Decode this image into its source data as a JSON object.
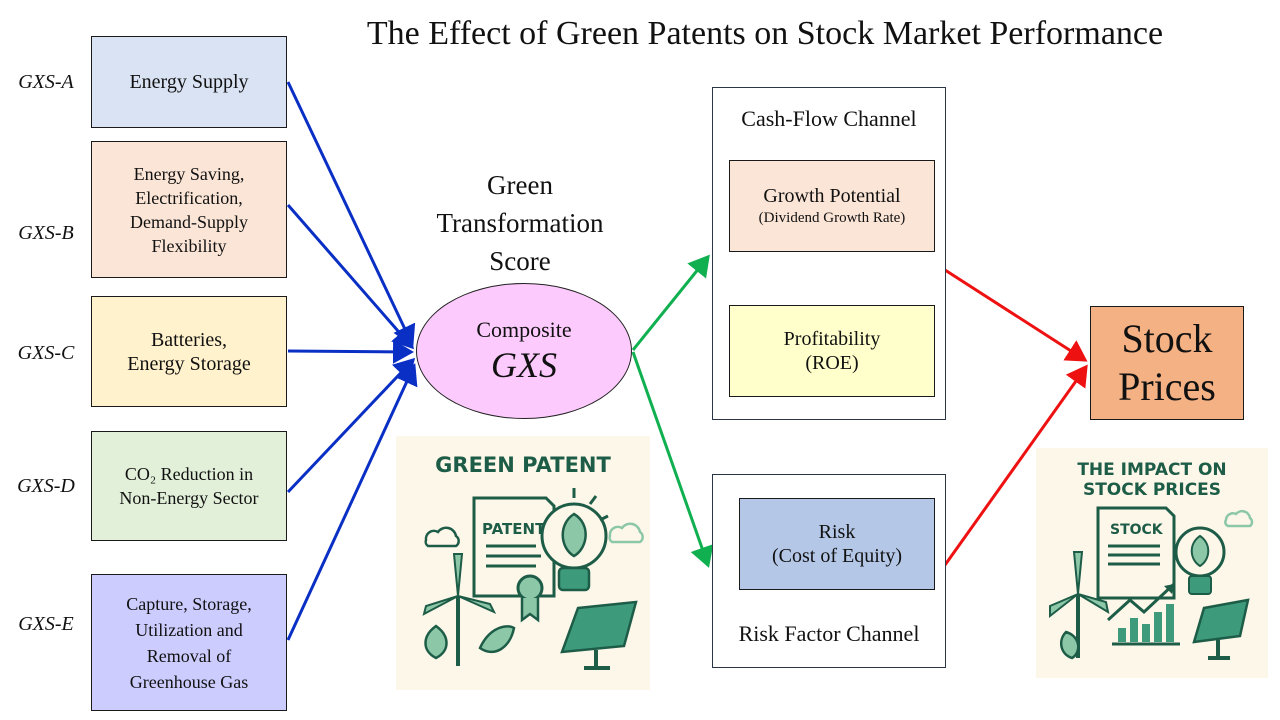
{
  "title": "The Effect of Green Patents on Stock Market Performance",
  "categories": [
    {
      "label": "GXS-A",
      "lines": [
        "Energy Supply"
      ],
      "color": "#dae3f3"
    },
    {
      "label": "GXS-B",
      "lines": [
        "Energy Saving,",
        "Electrification,",
        "Demand-Supply",
        "Flexibility"
      ],
      "color": "#fbe5d6"
    },
    {
      "label": "GXS-C",
      "lines": [
        "Batteries,",
        "Energy Storage"
      ],
      "color": "#fff2cc"
    },
    {
      "label": "GXS-D",
      "lines": [
        "CO₂ Reduction in",
        "Non-Energy Sector"
      ],
      "color": "#e2f0d9"
    },
    {
      "label": "GXS-E",
      "lines": [
        "Capture, Storage,",
        "Utilization and",
        "Removal of",
        "Greenhouse Gas"
      ],
      "color": "#ccccff"
    }
  ],
  "center": {
    "heading": [
      "Green",
      "Transformation",
      "Score"
    ],
    "ellipse_line1": "Composite",
    "ellipse_line2": "GXS",
    "ellipse_color": "#fccafc"
  },
  "green_patent_image": {
    "heading": "GREEN PATENT",
    "document_label": "PATENT",
    "icons": [
      "patent-document-icon",
      "lightbulb-leaf-icon",
      "wind-turbine-icon",
      "solar-panel-icon",
      "leaf-icon",
      "cloud-icon",
      "award-ribbon-icon"
    ]
  },
  "cash_flow_channel": {
    "title": "Cash-Flow Channel",
    "growth": {
      "title": "Growth Potential",
      "subtitle": "(Dividend Growth Rate)",
      "color": "#fbe5d6"
    },
    "profitability": {
      "title": "Profitability",
      "subtitle": "(ROE)",
      "color": "#ffffcc"
    }
  },
  "risk_channel": {
    "title": "Risk Factor Channel",
    "risk": {
      "title": "Risk",
      "subtitle": "(Cost of Equity)",
      "color": "#b4c7e7"
    }
  },
  "stock_prices": {
    "line1": "Stock",
    "line2": "Prices",
    "color": "#f4b183"
  },
  "impact_image": {
    "heading_line1": "THE IMPACT ON",
    "heading_line2": "STOCK PRICES",
    "document_label": "STOCK",
    "icons": [
      "stock-document-icon",
      "lightbulb-leaf-icon",
      "wind-turbine-icon",
      "bar-chart-trend-icon",
      "solar-panel-icon",
      "leaf-icon",
      "cloud-icon"
    ]
  },
  "arrow_colors": {
    "inputs": "#0a2fc4",
    "channels": "#10b050",
    "outputs": "#ee1111"
  }
}
